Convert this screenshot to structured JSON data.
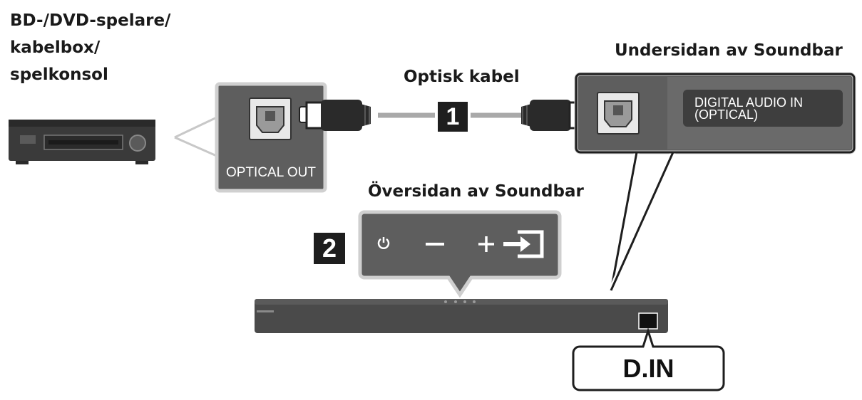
{
  "source_device": {
    "label_lines": [
      "BD-/DVD-spelare/",
      "kabelbox/",
      "spelkonsol"
    ]
  },
  "cable_label": "Optisk kabel",
  "bottom_side_label": "Undersidan av Soundbar",
  "top_side_label": "Översidan av Soundbar",
  "optical_out_label": "OPTICAL OUT",
  "digital_in_label_lines": [
    "DIGITAL AUDIO IN",
    "(OPTICAL)"
  ],
  "step_1": "1",
  "step_2": "2",
  "din_label": "D.IN",
  "soundbar_buttons": [
    "power-icon",
    "minus-icon",
    "plus-icon",
    "input-source-icon"
  ],
  "colors": {
    "panel_gray": "#5e5e5e",
    "panel_border": "#cfcfcf",
    "dark": "#1e1e1e",
    "soundbar": "#4a4a4a"
  }
}
